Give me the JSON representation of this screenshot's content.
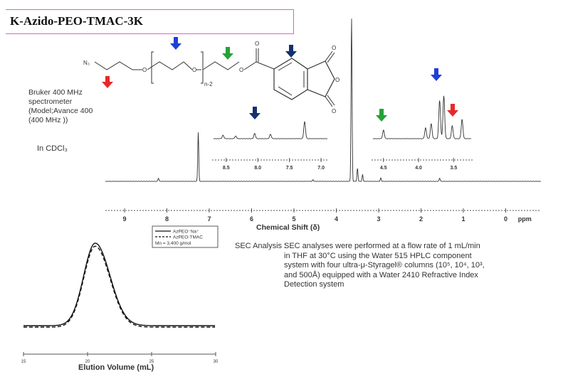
{
  "title": "K-Azido-PEO-TMAC-3K",
  "instrument_lines": [
    "Bruker 400 MHz",
    "spectrometer",
    "(Model;Avance 400",
    "(400 MHz ))"
  ],
  "solvent": "In CDCl₃",
  "structure": {
    "n3_label": "N₃",
    "repeat_label": "n-2",
    "o_labels": [
      "O",
      "O",
      "O",
      "O",
      "O",
      "O"
    ]
  },
  "arrow_colors": {
    "red": "#e8282a",
    "blue": "#1f3fd8",
    "green": "#23a336",
    "navy": "#14306e"
  },
  "sec_label": "SEC Analysis :",
  "sec_text_lines": [
    "SEC analyses were performed at a flow rate of 1 mL/min",
    "in THF at 30°C using the Water 515 HPLC component",
    "system with four ultra-μ-Styragel® columns (10⁵, 10⁴, 10³,",
    "and 500Å) equipped with a Water 2410 Refractive Index",
    "Detection system"
  ],
  "chart_data": [
    {
      "type": "line",
      "title": "",
      "xlabel": "Chemical Shift (δ)",
      "ylabel": "",
      "xlim": [
        9.4,
        -0.4
      ],
      "x_ticks": [
        "9",
        "8",
        "7",
        "6",
        "5",
        "4",
        "3",
        "2",
        "1",
        "0",
        "ppm"
      ],
      "peaks": [
        {
          "x": 8.2,
          "y": 0.02
        },
        {
          "x": 7.26,
          "y": 0.3
        },
        {
          "x": 4.55,
          "y": 0.01
        },
        {
          "x": 3.64,
          "y": 1.0
        },
        {
          "x": 3.5,
          "y": 0.08
        },
        {
          "x": 3.38,
          "y": 0.04
        },
        {
          "x": 2.95,
          "y": 0.02
        },
        {
          "x": 1.56,
          "y": 0.02
        }
      ],
      "insets": [
        {
          "x_ticks": [
            "8.5",
            "8.0",
            "7.5",
            "7.0"
          ],
          "xlim": [
            8.7,
            6.9
          ]
        },
        {
          "x_ticks": [
            "4.5",
            "4.0",
            "3.5"
          ],
          "xlim": [
            4.65,
            3.25
          ]
        }
      ]
    },
    {
      "type": "line",
      "title": "",
      "xlabel": "Elution Volume (mL)",
      "ylabel": "",
      "x_ticks": [
        "15",
        "20",
        "25",
        "30"
      ],
      "xlim": [
        15,
        30
      ],
      "series": [
        {
          "name": "AzPEO⁻Na⁺",
          "style": "solid",
          "peak_x": 20.6,
          "peak_y": 1.0
        },
        {
          "name": "AzPEO-TMAC",
          "style": "dashed",
          "peak_x": 20.6,
          "peak_y": 0.98
        }
      ],
      "legend_note": "Mn = 3,400 g/mol",
      "legend_position": "top-right"
    }
  ]
}
